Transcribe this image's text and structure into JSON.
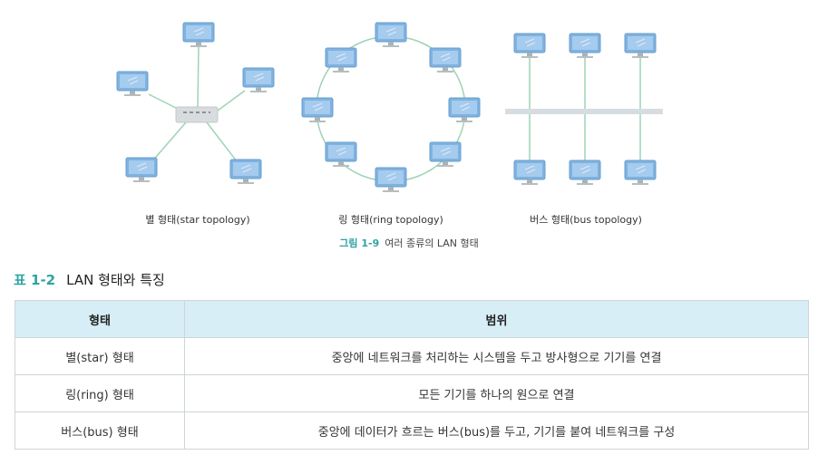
{
  "figure": {
    "labels": {
      "star": "별 형태(star topology)",
      "ring": "링 형태(ring topology)",
      "bus": "버스 형태(bus topology)"
    },
    "caption": {
      "number": "그림 1-9",
      "text": "여러 종류의 LAN 형태"
    }
  },
  "table": {
    "title_number": "표 1-2",
    "title_text": "LAN 형태와 특징",
    "headers": [
      "형태",
      "범위"
    ],
    "rows": [
      [
        "별(star) 형태",
        "중앙에 네트워크를 처리하는 시스템을 두고 방사형으로 기기를 연결"
      ],
      [
        "링(ring) 형태",
        "모든 기기를 하나의 원으로 연결"
      ],
      [
        "버스(bus) 형태",
        "중앙에 데이터가 흐르는 버스(bus)를 두고, 기기를 붙여 네트워크를 구성"
      ]
    ]
  },
  "colors": {
    "accent": "#2ea3a3",
    "header_bg": "#d7eef6",
    "border": "#cdd5d8",
    "line": "#9ed3b5",
    "monitor": "#7fb3e0",
    "bus": "#d6dde0"
  }
}
